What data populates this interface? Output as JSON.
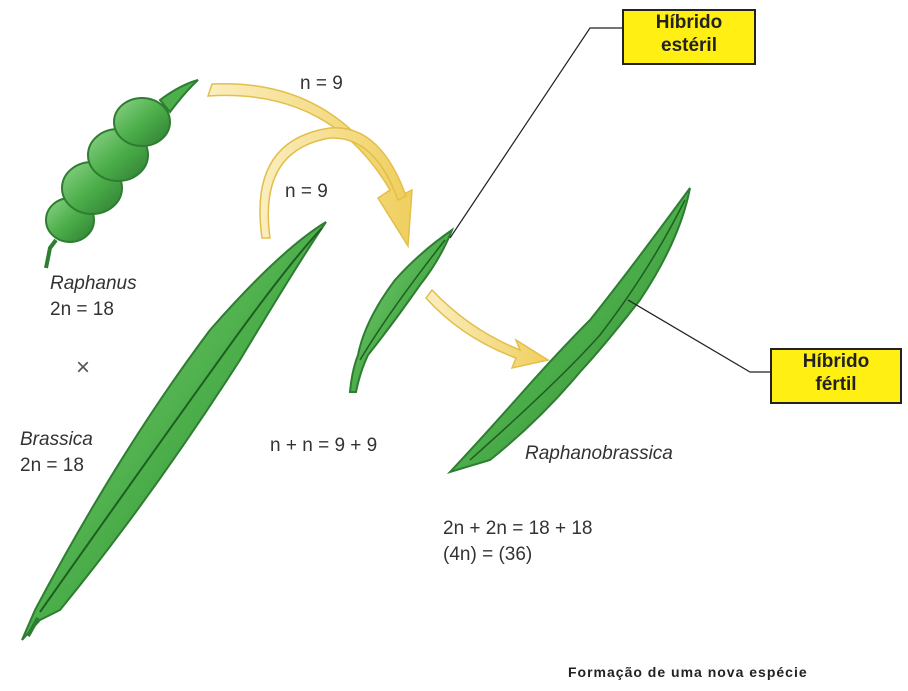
{
  "boxes": {
    "sterile": {
      "line1": "Híbrido",
      "line2": "estéril"
    },
    "fertile": {
      "line1": "Híbrido",
      "line2": "fértil"
    }
  },
  "raphanus": {
    "name": "Raphanus",
    "chromosomes": "2n = 18"
  },
  "cross_symbol": "×",
  "brassica": {
    "name": "Brassica",
    "chromosomes": "2n = 18"
  },
  "gamete_top": "n = 9",
  "gamete_mid": "n = 9",
  "hybrid_formula": "n + n = 9 + 9",
  "raphanobrassica": {
    "name": "Raphanobrassica",
    "formula1": "2n + 2n = 18 + 18",
    "formula2": "(4n) = (36)"
  },
  "caption": "Formação de uma nova espécie",
  "colors": {
    "pod": "#4caf4a",
    "pod_dark": "#2e7d32",
    "arrow": "#f2d77a",
    "box": "#ffef12"
  }
}
